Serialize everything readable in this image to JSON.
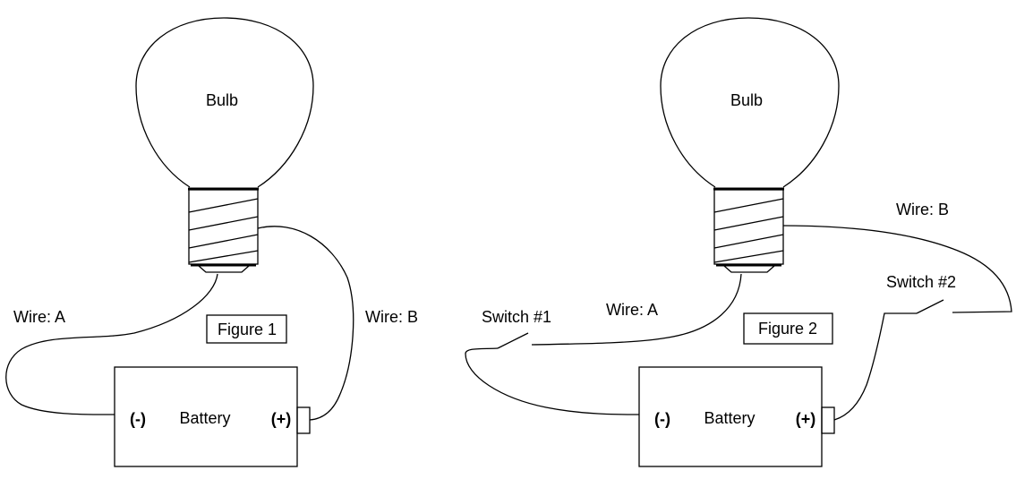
{
  "figure1": {
    "caption": "Figure 1",
    "bulb_label": "Bulb",
    "battery_label": "Battery",
    "neg_terminal": "(-)",
    "pos_terminal": "(+)",
    "wire_a_label": "Wire: A",
    "wire_b_label": "Wire: B"
  },
  "figure2": {
    "caption": "Figure 2",
    "bulb_label": "Bulb",
    "battery_label": "Battery",
    "neg_terminal": "(-)",
    "pos_terminal": "(+)",
    "wire_a_label": "Wire: A",
    "wire_b_label": "Wire: B",
    "switch1_label": "Switch #1",
    "switch2_label": "Switch #2"
  }
}
